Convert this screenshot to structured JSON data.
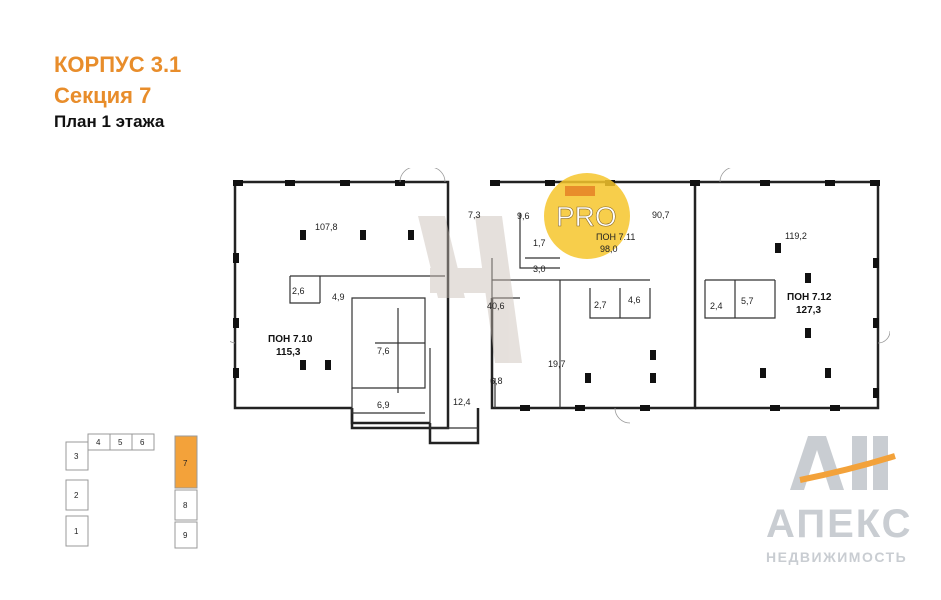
{
  "header": {
    "building": "КОРПУС 3.1",
    "section": "Секция 7",
    "floor": "План 1 этажа"
  },
  "plan": {
    "rooms": [
      {
        "value": "107,8"
      },
      {
        "value": "2,6"
      },
      {
        "value": "4,9"
      },
      {
        "value": "7,6"
      },
      {
        "value": "6,9"
      },
      {
        "value": "12,4"
      },
      {
        "value": "7,3"
      },
      {
        "value": "9,6"
      },
      {
        "value": "1,7"
      },
      {
        "value": "3,0"
      },
      {
        "value": "40,6"
      },
      {
        "value": "6,8"
      },
      {
        "value": "19,7"
      },
      {
        "value": "2,7"
      },
      {
        "value": "4,6"
      },
      {
        "value": "90,7"
      },
      {
        "value": "119,2"
      },
      {
        "value": "2,4"
      },
      {
        "value": "5,7"
      }
    ],
    "units": [
      {
        "name": "ПОН 7.10",
        "area": "115,3"
      },
      {
        "name": "ПОН 7.11",
        "area": "98,0"
      },
      {
        "name": "ПОН 7.12",
        "area": "127,3"
      }
    ],
    "pro_badge": "PRO"
  },
  "keymap": {
    "sections": [
      "1",
      "2",
      "3",
      "4",
      "5",
      "6",
      "7",
      "8",
      "9"
    ],
    "active": "7",
    "active_color": "#f3a23a"
  },
  "logo": {
    "mark": "АН",
    "word": "АПЕКС",
    "sub": "НЕДВИЖИМОСТЬ"
  },
  "colors": {
    "accent": "#e88d2b",
    "highlight_circle": "#f6c62b"
  }
}
